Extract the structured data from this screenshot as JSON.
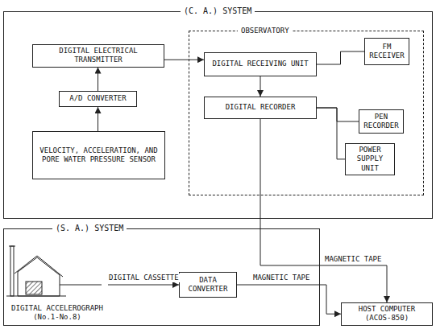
{
  "diagram": {
    "nodes": [
      {
        "text": [
          "(C. A.) SYSTEM"
        ]
      },
      {
        "text": [
          "OBSERVATORY"
        ],
        "in": 0
      },
      {
        "text": [
          "DIGITAL ELECTRICAL TRANSMITTER"
        ],
        "in": 0
      },
      {
        "text": [
          "FM RECEIVER"
        ],
        "in": 1
      },
      {
        "text": [
          "DIGITAL RECEIVING UNIT"
        ],
        "in": 1
      },
      {
        "text": [
          "A/D CONVERTER"
        ],
        "in": 0
      },
      {
        "text": [
          "DIGITAL RECORDER"
        ],
        "in": 1
      },
      {
        "text": [
          "PEN RECORDER"
        ],
        "in": 1
      },
      {
        "text": [
          "POWER SUPPLY UNIT"
        ],
        "in": 1
      },
      {
        "text": [
          "VELOCITY, ACCELERATION, AND PORE WATER PRESSURE SENSOR"
        ],
        "in": 0
      },
      {
        "text": [
          "(S. A.) SYSTEM"
        ]
      },
      {
        "text": [
          "DIGITAL ACCELEROGRAPH (No.1-No.8)"
        ],
        "in": 10
      },
      {
        "text": [
          "DATA CONVERTER"
        ],
        "in": 10
      },
      {
        "text": [
          "HOST COMPUTER (ACOS-850)"
        ]
      }
    ],
    "edges": [
      {
        "from": 9,
        "to": 5,
        "arrow": "to"
      },
      {
        "from": 5,
        "to": 2,
        "arrow": "to"
      },
      {
        "from": 2,
        "to": 4,
        "arrow": "to"
      },
      {
        "from": 4,
        "to": 3,
        "arrow": "none"
      },
      {
        "from": 4,
        "to": 6,
        "arrow": "to"
      },
      {
        "from": 6,
        "to": 7,
        "arrow": "none"
      },
      {
        "from": 6,
        "to": 8,
        "arrow": "none"
      },
      {
        "from": 6,
        "to": 13,
        "label": "MAGNETIC TAPE",
        "arrow": "to"
      },
      {
        "from": 11,
        "to": 12,
        "label": "DIGITAL CASSETTE",
        "arrow": "to"
      },
      {
        "from": 12,
        "to": 13,
        "label": "MAGNETIC TAPE",
        "arrow": "to"
      }
    ]
  }
}
